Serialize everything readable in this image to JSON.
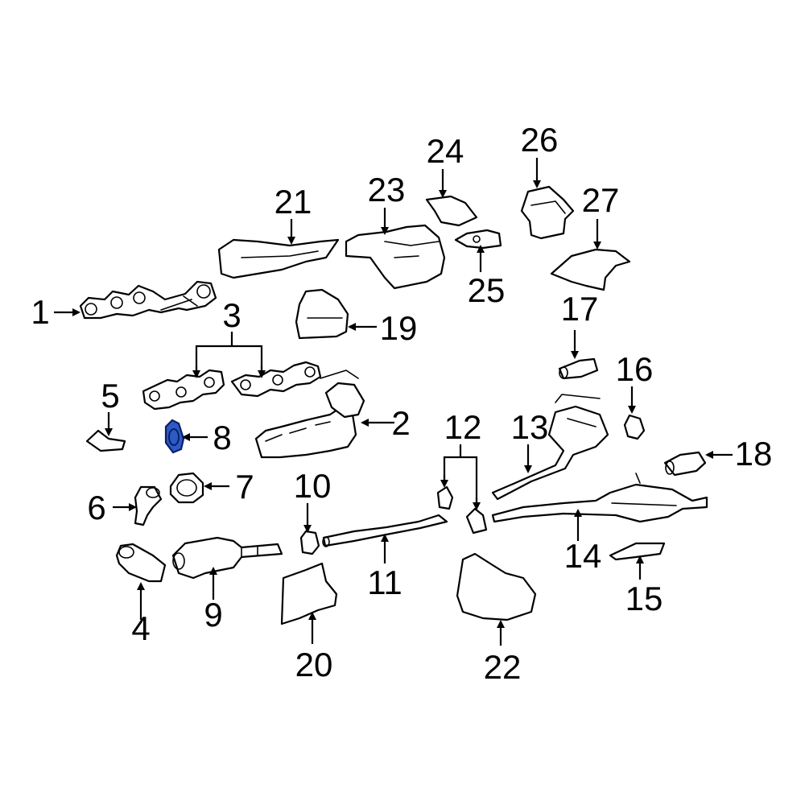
{
  "diagram": {
    "highlight_color": "#2d5bc5",
    "callouts": [
      {
        "id": "1",
        "text": "1"
      },
      {
        "id": "2",
        "text": "2"
      },
      {
        "id": "3",
        "text": "3"
      },
      {
        "id": "4",
        "text": "4"
      },
      {
        "id": "5",
        "text": "5"
      },
      {
        "id": "6",
        "text": "6"
      },
      {
        "id": "7",
        "text": "7"
      },
      {
        "id": "8",
        "text": "8"
      },
      {
        "id": "9",
        "text": "9"
      },
      {
        "id": "10",
        "text": "10"
      },
      {
        "id": "11",
        "text": "11"
      },
      {
        "id": "12",
        "text": "12"
      },
      {
        "id": "13",
        "text": "13"
      },
      {
        "id": "14",
        "text": "14"
      },
      {
        "id": "15",
        "text": "15"
      },
      {
        "id": "16",
        "text": "16"
      },
      {
        "id": "17",
        "text": "17"
      },
      {
        "id": "18",
        "text": "18"
      },
      {
        "id": "19",
        "text": "19"
      },
      {
        "id": "20",
        "text": "20"
      },
      {
        "id": "21",
        "text": "21"
      },
      {
        "id": "22",
        "text": "22"
      },
      {
        "id": "23",
        "text": "23"
      },
      {
        "id": "24",
        "text": "24"
      },
      {
        "id": "25",
        "text": "25"
      },
      {
        "id": "26",
        "text": "26"
      },
      {
        "id": "27",
        "text": "27"
      }
    ],
    "highlighted_part": "8"
  }
}
